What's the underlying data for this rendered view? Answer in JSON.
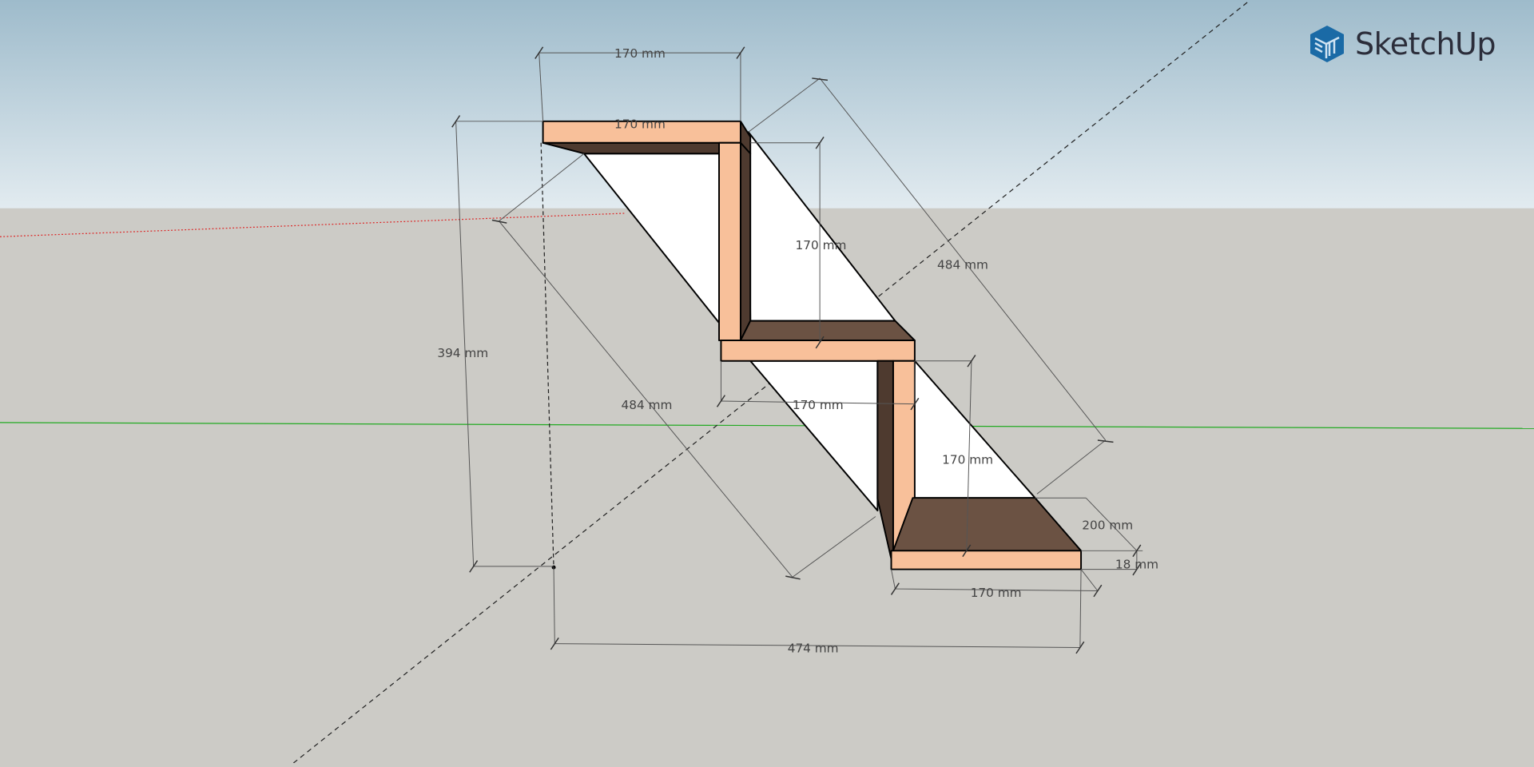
{
  "app": {
    "logo_text": "SketchUp",
    "brand_color": "#1a6aa6"
  },
  "dimensions": {
    "top_width": "170 mm",
    "top_shelf_width": "170 mm",
    "upper_vertical": "170 mm",
    "right_diagonal": "484 mm",
    "total_height": "394 mm",
    "left_diagonal": "484 mm",
    "middle_shelf_width": "170 mm",
    "lower_vertical": "170 mm",
    "depth": "200 mm",
    "thickness": "18 mm",
    "bottom_shelf_width": "170 mm",
    "total_width": "474 mm"
  },
  "colors": {
    "face": "#f8c09a",
    "back_face": "#4e3a2f",
    "panel": "#ffffff",
    "sky_top": "#9fbccc",
    "ground": "#cccbc6"
  }
}
